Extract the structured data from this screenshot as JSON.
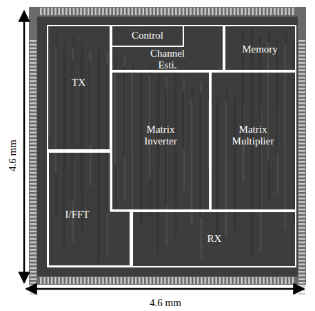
{
  "diagram": {
    "nodes": [
      {
        "text": [
          "Channel Esti."
        ]
      },
      {
        "text": [
          "Control"
        ],
        "in": 0
      },
      {
        "text": [
          "Memory"
        ]
      },
      {
        "text": [
          "TX"
        ]
      },
      {
        "text": [
          "Matrix Inverter"
        ]
      },
      {
        "text": [
          "Matrix Multiplier"
        ]
      },
      {
        "text": [
          "I/FFT"
        ]
      },
      {
        "text": [
          "RX"
        ]
      }
    ],
    "labels": [
      "4.6 mm",
      "4.6 mm"
    ]
  }
}
